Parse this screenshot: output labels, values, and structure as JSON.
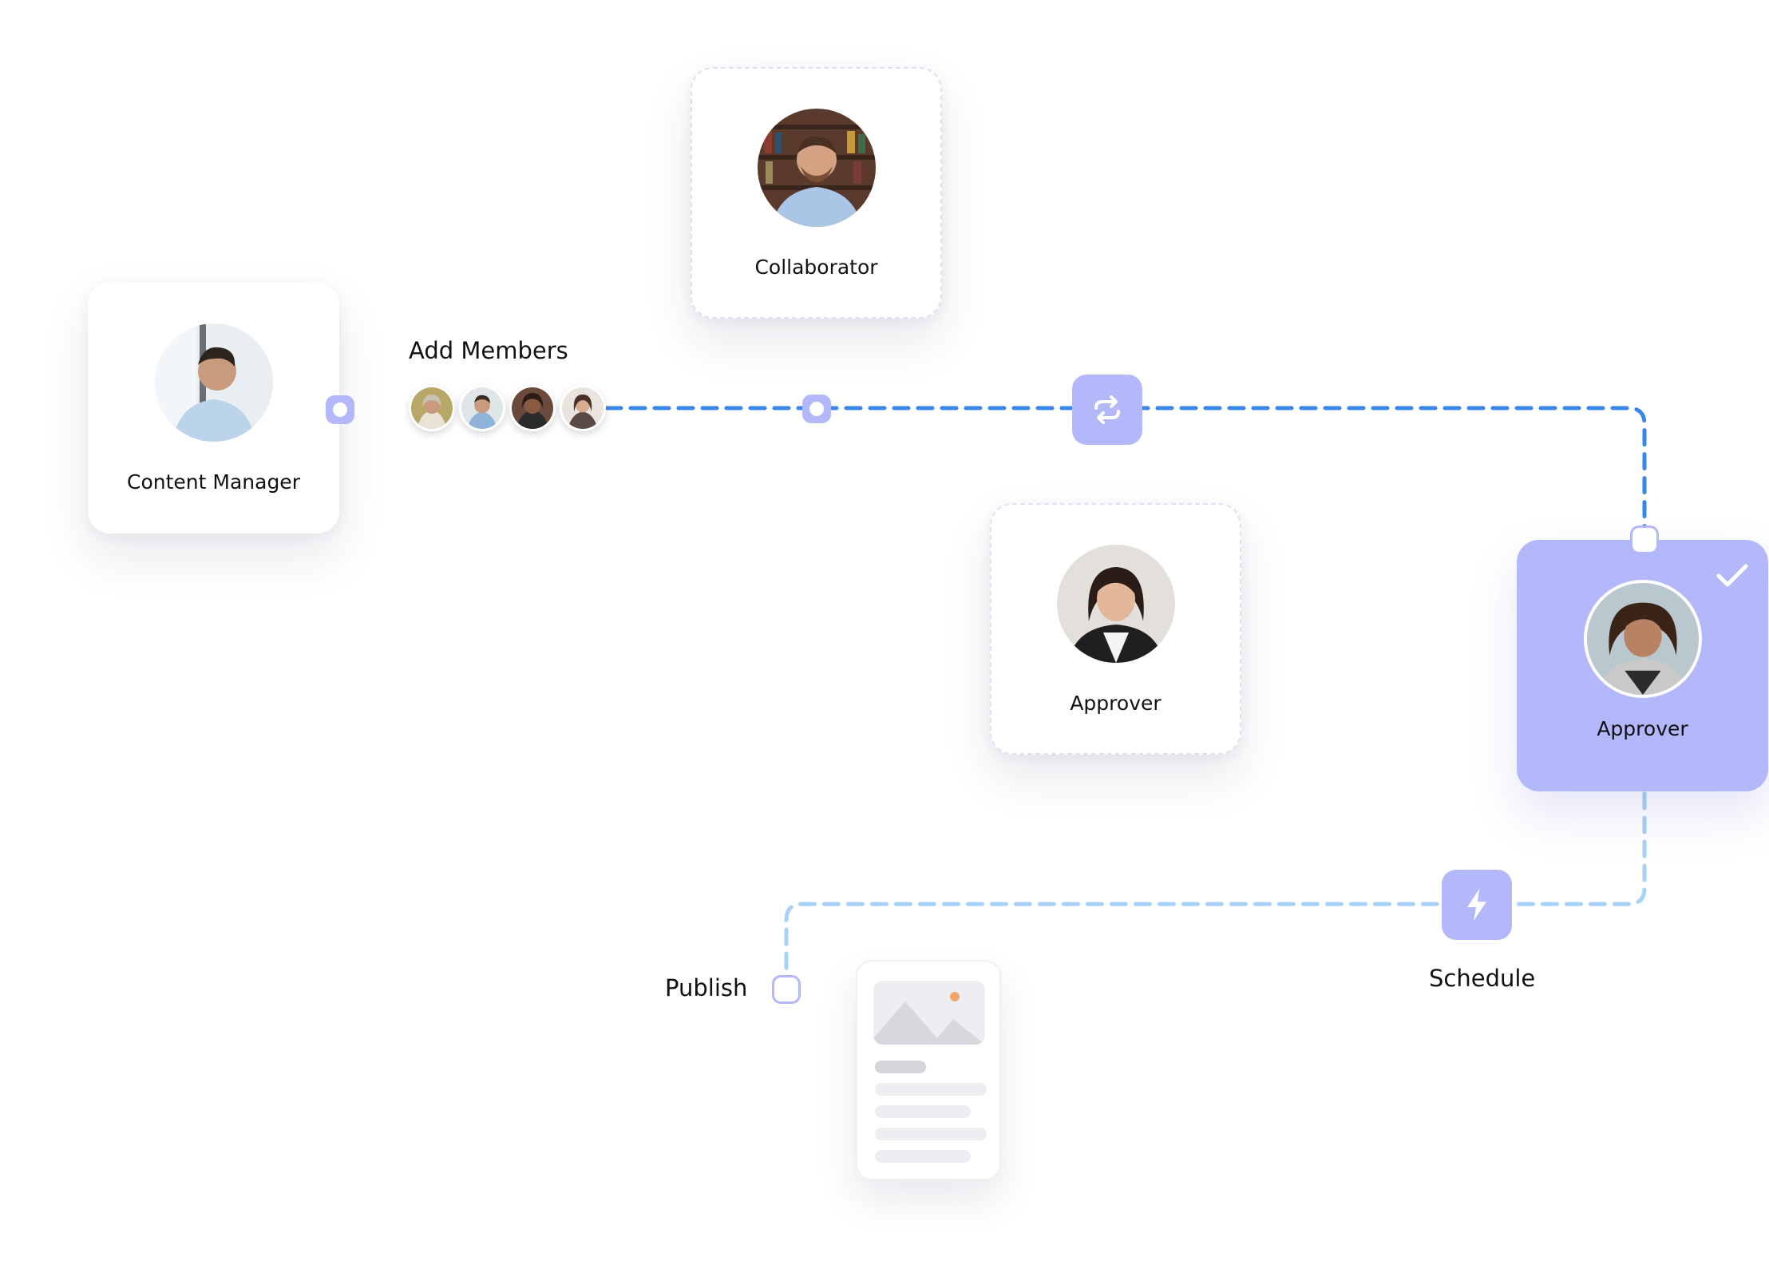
{
  "nodes": {
    "content_manager": {
      "label": "Content Manager"
    },
    "collaborator": {
      "label": "Collaborator"
    },
    "approver_pending": {
      "label": "Approver"
    },
    "approver_active": {
      "label": "Approver"
    }
  },
  "labels": {
    "add_members": "Add Members",
    "publish": "Publish",
    "schedule": "Schedule"
  },
  "icons": {
    "sync": "sync-icon",
    "schedule": "lightning-icon",
    "approved": "check-icon"
  },
  "colors": {
    "accent": "#b3b8fb",
    "path_active": "#3a86e8",
    "path_inactive": "#a8d1f8",
    "card_border": "#dde2f2"
  }
}
